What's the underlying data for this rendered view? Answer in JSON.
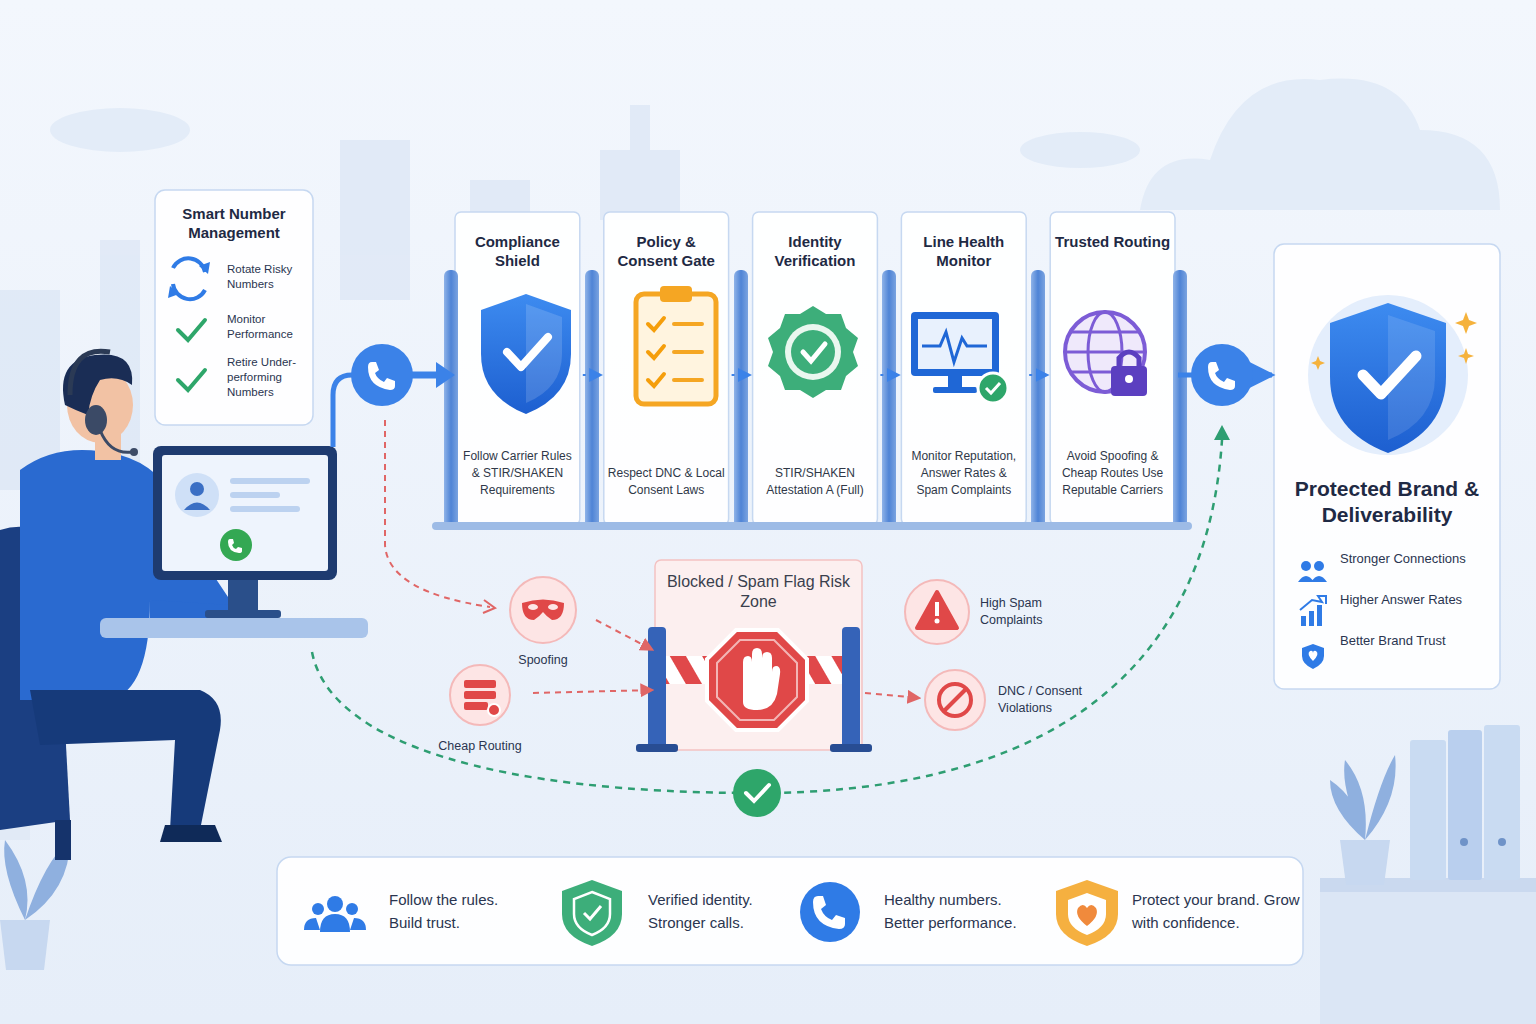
{
  "diagram": {
    "nodes": [
      {
        "text": [
          "Smart Number Management",
          "Rotate Risky Numbers",
          "Monitor Performance",
          "Retire Under-performing Numbers"
        ]
      },
      {
        "text": [
          "Compliance Shield",
          "Follow Carrier Rules & STIR/SHAKEN Requirements"
        ]
      },
      {
        "text": [
          "Policy & Consent Gate",
          "Respect DNC & Local Consent Laws"
        ]
      },
      {
        "text": [
          "Identity Verification",
          "STIR/SHAKEN Attestation A (Full)"
        ]
      },
      {
        "text": [
          "Line Health Monitor",
          "Monitor Reputation, Answer Rates & Spam Complaints"
        ]
      },
      {
        "text": [
          "Trusted Routing",
          "Avoid Spoofing & Cheap Routes Use Reputable Carriers"
        ]
      },
      {
        "text": [
          "Protected Brand & Deliverability",
          "Stronger Connections",
          "Higher Answer Rates",
          "Better Brand Trust"
        ]
      },
      {
        "text": [
          "Spoofing"
        ]
      },
      {
        "text": [
          "Cheap Routing"
        ]
      },
      {
        "text": [
          "Blocked / Spam Flag Risk Zone"
        ]
      },
      {
        "text": [
          "High Spam Complaints"
        ]
      },
      {
        "text": [
          "DNC / Consent Violations"
        ]
      },
      {
        "text": [
          "Follow the rules. Build trust.",
          "Verified identity. Stronger calls.",
          "Healthy numbers. Better performance.",
          "Protect your brand. Grow with confidence."
        ]
      }
    ],
    "edges": [
      {
        "from": 1,
        "to": 2,
        "arrow": "to"
      },
      {
        "from": 2,
        "to": 3,
        "arrow": "to"
      },
      {
        "from": 3,
        "to": 4,
        "arrow": "to"
      },
      {
        "from": 4,
        "to": 5,
        "arrow": "to"
      },
      {
        "from": 5,
        "to": 6,
        "arrow": "to"
      },
      {
        "from": 7,
        "to": 9,
        "arrow": "to"
      },
      {
        "from": 8,
        "to": 9,
        "arrow": "to"
      },
      {
        "from": 9,
        "to": 11,
        "arrow": "to"
      }
    ]
  }
}
